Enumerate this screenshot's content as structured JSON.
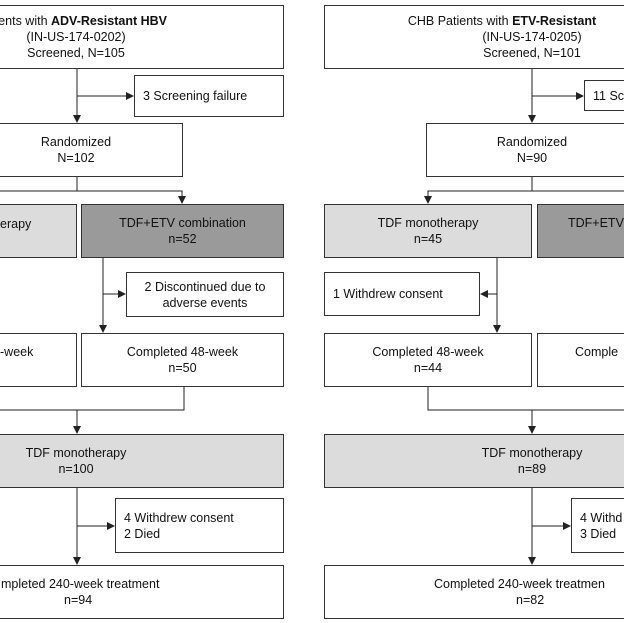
{
  "left_study": {
    "header": {
      "line1_prefix": "atients with ",
      "line1_bold": "ADV-Resistant HBV",
      "line2": "(IN-US-174-0202)",
      "line3": "Screened, N=105"
    },
    "screening_failure": "3 Screening failure",
    "randomized": {
      "title": "Randomized",
      "count": "N=102"
    },
    "mono_arm_fragment": "erapy",
    "combo_arm": {
      "title": "TDF+ETV combination",
      "count": "n=52"
    },
    "combo_discontinued": {
      "line1": "2 Discontinued due to",
      "line2": "adverse events"
    },
    "mono_completed_fragment": "-week",
    "combo_completed": {
      "title": "Completed 48-week",
      "count": "n=50"
    },
    "tdf_monotherapy": {
      "title": "TDF monotherapy",
      "count": "n=100"
    },
    "withdrawals": {
      "line1": "4 Withdrew consent",
      "line2": "2 Died"
    },
    "completed_240": {
      "title": "mpleted 240-week treatment",
      "count": "n=94"
    }
  },
  "right_study": {
    "header": {
      "line1_prefix": "CHB Patients with ",
      "line1_bold": "ETV-Resistant",
      "line2": "(IN-US-174-0205)",
      "line3": "Screened, N=101"
    },
    "screening_failure_fragment": "11 Sc",
    "randomized": {
      "title": "Randomized",
      "count": "N=90"
    },
    "mono_arm": {
      "title": "TDF monotherapy",
      "count": "n=45"
    },
    "combo_arm_fragment": "TDF+ETV",
    "mono_withdrew": "1 Withdrew consent",
    "mono_completed": {
      "title": "Completed 48-week",
      "count": "n=44"
    },
    "combo_completed_fragment": "Comple",
    "tdf_monotherapy": {
      "title": "TDF monotherapy",
      "count": "n=89"
    },
    "withdrawals": {
      "line1": "4 Withd",
      "line2": "3 Died"
    },
    "completed_240": {
      "title": "Completed 240-week treatmen",
      "count": "n=82"
    }
  },
  "colors": {
    "light_box": "#dcdcdc",
    "dark_box": "#9a9a9a",
    "line": "#222222"
  }
}
